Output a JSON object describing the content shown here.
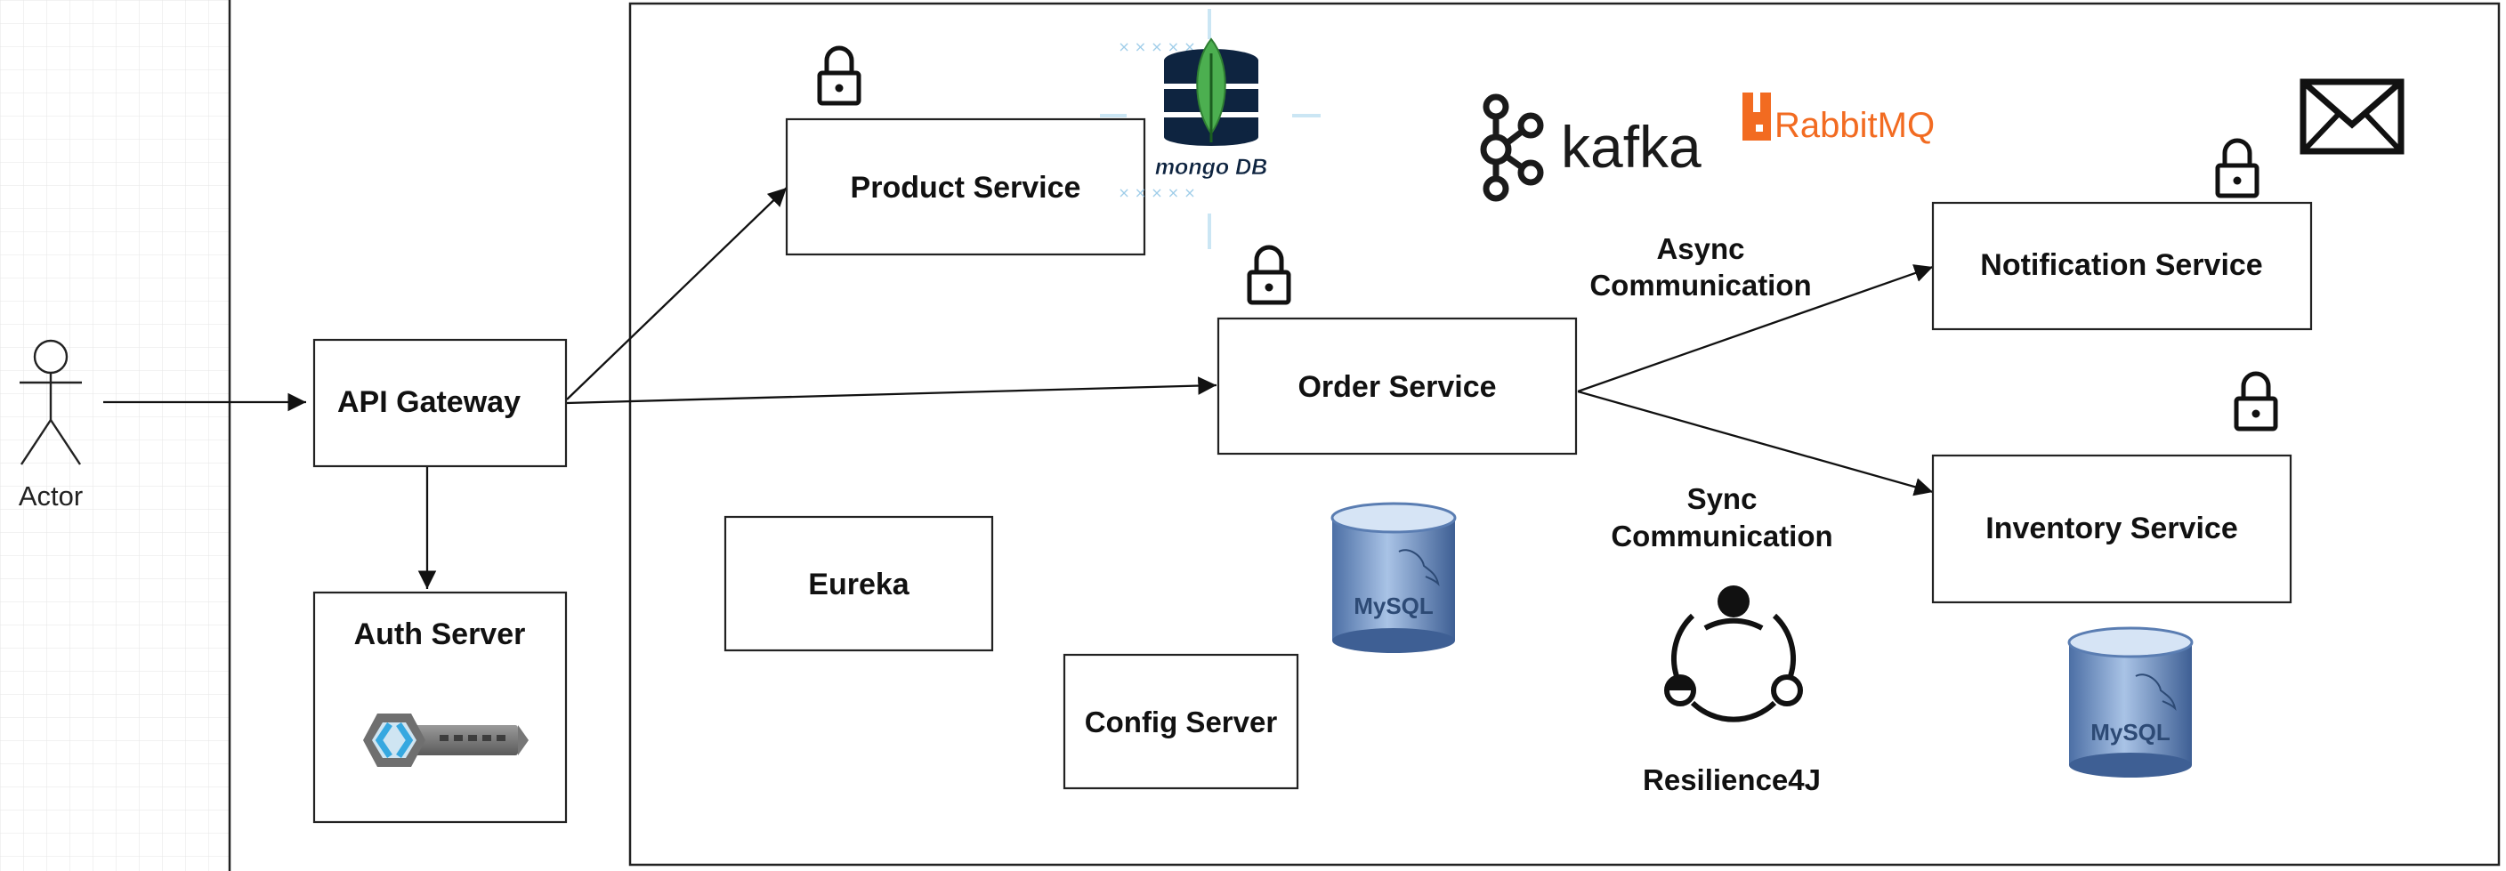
{
  "actor": {
    "label": "Actor"
  },
  "boxes": {
    "api_gateway": "API Gateway",
    "auth_server": "Auth Server",
    "product_service": "Product Service",
    "order_service": "Order Service",
    "notification_service": "Notification Service",
    "inventory_service": "Inventory Service",
    "eureka": "Eureka",
    "config_server": "Config Server"
  },
  "edge_labels": {
    "async_line1": "Async",
    "async_line2": "Communication",
    "sync_line1": "Sync",
    "sync_line2": "Communication"
  },
  "logos": {
    "mongodb": "mongo DB",
    "kafka": "kafka",
    "rabbitmq": "RabbitMQ",
    "mysql": "MySQL",
    "resilience4j": "Resilience4J"
  },
  "colors": {
    "rabbitmq": "#f26b21",
    "mongo_leaf": "#4caf50",
    "mysql_db": "#6f93c7",
    "keycloak": "#36a8e0"
  }
}
